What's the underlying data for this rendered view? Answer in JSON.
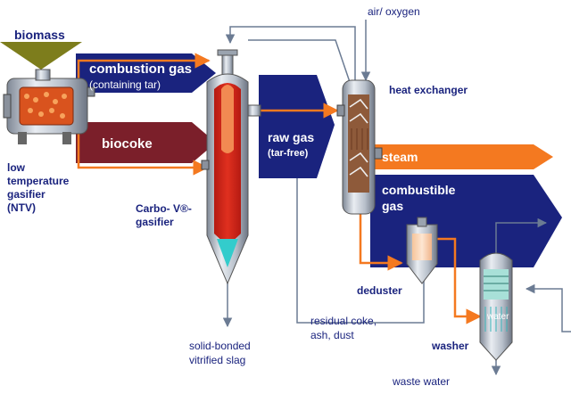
{
  "labels": {
    "biomass": "biomass",
    "combustion_gas": "combustion gas",
    "containing_tar": "(containing tar)",
    "biocoke": "biocoke",
    "ntv_line1": "low",
    "ntv_line2": "temperature",
    "ntv_line3": "gasifier",
    "ntv_line4": "(NTV)",
    "carbo_line1": "Carbo- V®-",
    "carbo_line2": "gasifier",
    "slag_line1": "solid-bonded",
    "slag_line2": "vitrified slag",
    "raw_gas": "raw gas",
    "tar_free": "(tar-free)",
    "air_oxygen": "air/ oxygen",
    "heat_exchanger": "heat exchanger",
    "steam": "steam",
    "combustible_line1": "combustible",
    "combustible_line2": "gas",
    "deduster": "deduster",
    "residual_line1": "residual coke,",
    "residual_line2": "ash, dust",
    "washer": "washer",
    "water": "water",
    "waste_water": "waste water"
  },
  "colors": {
    "navy": "#1a237e",
    "maroon": "#7b1f2a",
    "olive": "#7d7d1c",
    "orange": "#f47920",
    "red": "#c0221b",
    "cyan": "#33cccc",
    "grey_line": "#6b7b93",
    "steel": "#b8c0cc"
  }
}
